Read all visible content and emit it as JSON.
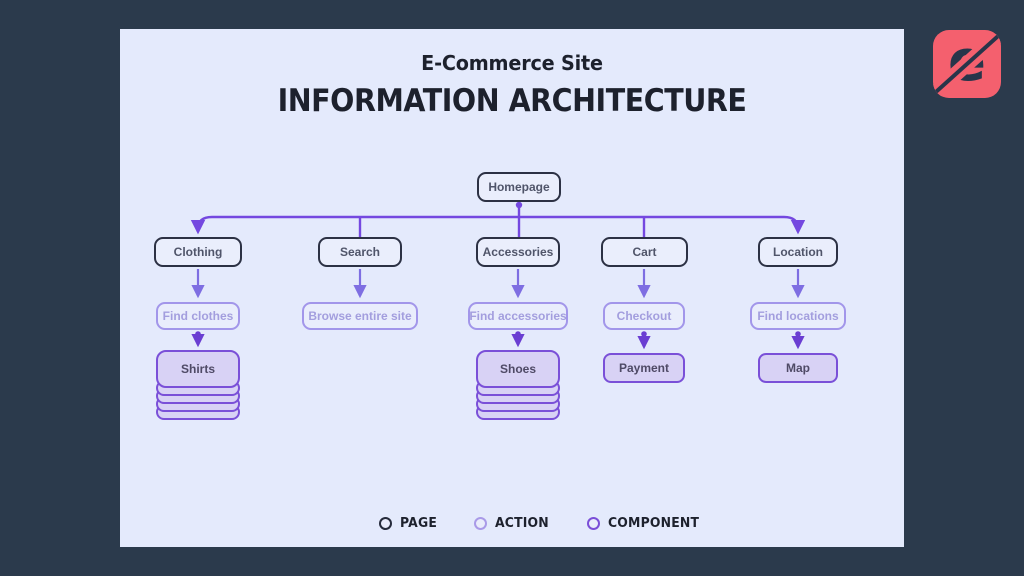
{
  "title": {
    "subtitle": "E-Commerce Site",
    "main": "INFORMATION ARCHITECTURE"
  },
  "logo": {
    "letter": "e",
    "bg_color": "#f4606e",
    "fg_color": "#28354a"
  },
  "diagram": {
    "root": {
      "label": "Homepage",
      "type": "page"
    },
    "branches": [
      {
        "page": "Clothing",
        "action": "Find clothes",
        "component": "Shirts",
        "component_style": "stack"
      },
      {
        "page": "Search",
        "action": "Browse entire site",
        "component": "",
        "component_style": "none"
      },
      {
        "page": "Accessories",
        "action": "Find accessories",
        "component": "Shoes",
        "component_style": "stack"
      },
      {
        "page": "Cart",
        "action": "Checkout",
        "component": "Payment",
        "component_style": "single"
      },
      {
        "page": "Location",
        "action": "Find locations",
        "component": "Map",
        "component_style": "single"
      }
    ]
  },
  "legend": {
    "items": [
      {
        "label": "PAGE",
        "color": "#262b3c"
      },
      {
        "label": "ACTION",
        "color": "#a99ae8"
      },
      {
        "label": "COMPONENT",
        "color": "#7b4fd8"
      }
    ]
  },
  "colors": {
    "background": "#2b3a4c",
    "panel": "#e4eafc",
    "page_border": "#2c3144",
    "action_border": "#a296ea",
    "action_text": "#a39ede",
    "component_fill": "#d8d2f5",
    "component_border": "#7a50d8",
    "connector_tree": "#7448e0",
    "connector_page_action": "#7e6ee2",
    "connector_action_component": "#6a3ed2"
  }
}
